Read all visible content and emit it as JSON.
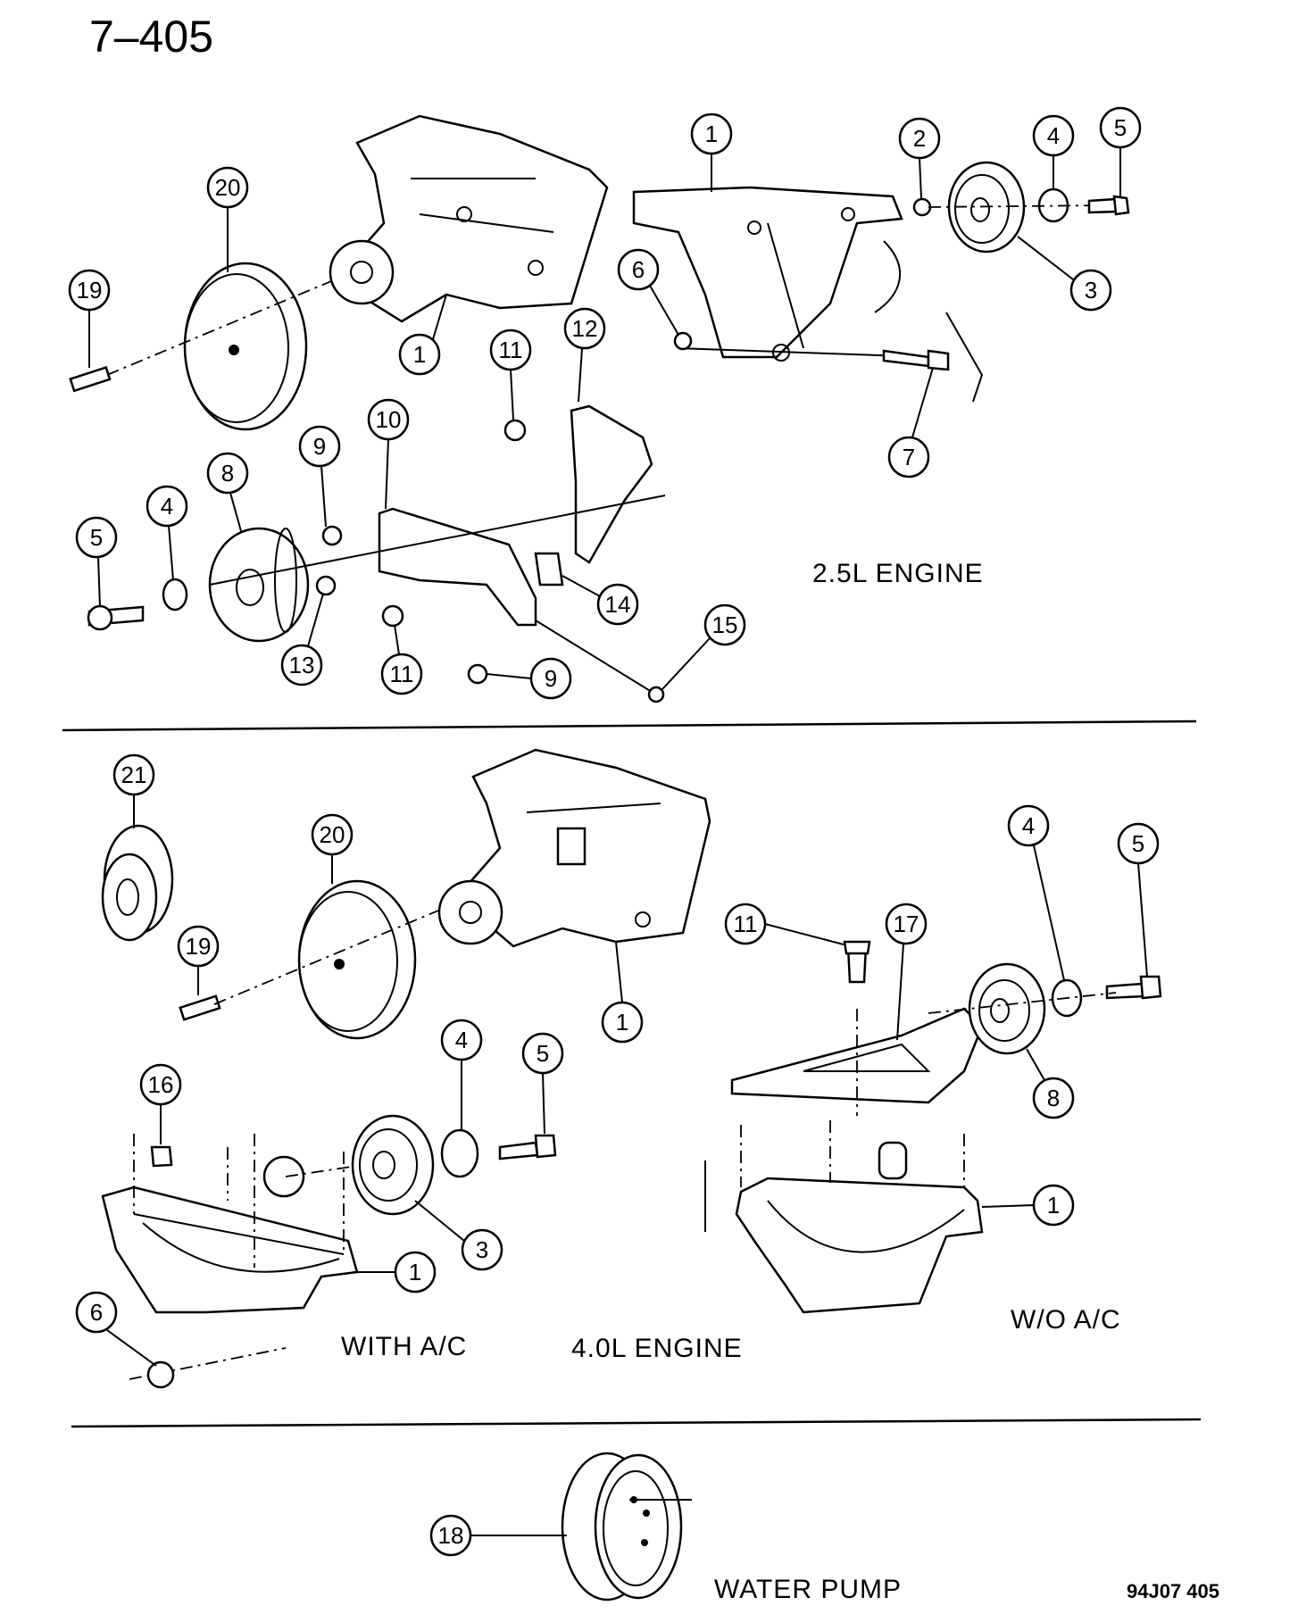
{
  "page_number": "7–405",
  "reference_code": "94J07 405",
  "sections": {
    "engine_25": {
      "label": "2.5L ENGINE"
    },
    "engine_40": {
      "label": "4.0L ENGINE",
      "with_ac": "WITH A/C",
      "without_ac": "W/O A/C"
    },
    "water_pump": {
      "label": "WATER PUMP"
    }
  },
  "callouts": {
    "s25_1a": "1",
    "s25_1b": "1",
    "s25_2": "2",
    "s25_3": "3",
    "s25_4a": "4",
    "s25_4b": "4",
    "s25_5a": "5",
    "s25_5b": "5",
    "s25_6": "6",
    "s25_7": "7",
    "s25_8": "8",
    "s25_9a": "9",
    "s25_9b": "9",
    "s25_10": "10",
    "s25_11a": "11",
    "s25_11b": "11",
    "s25_12": "12",
    "s25_13": "13",
    "s25_14": "14",
    "s25_15": "15",
    "s25_19": "19",
    "s25_20": "20",
    "s40_1a": "1",
    "s40_1b": "1",
    "s40_1c": "1",
    "s40_3": "3",
    "s40_4a": "4",
    "s40_4b": "4",
    "s40_5a": "5",
    "s40_5b": "5",
    "s40_6": "6",
    "s40_8": "8",
    "s40_11": "11",
    "s40_16": "16",
    "s40_17": "17",
    "s40_19": "19",
    "s40_20": "20",
    "s40_21": "21",
    "wp_18": "18"
  },
  "colors": {
    "ink": "#000000",
    "paper": "#ffffff"
  }
}
